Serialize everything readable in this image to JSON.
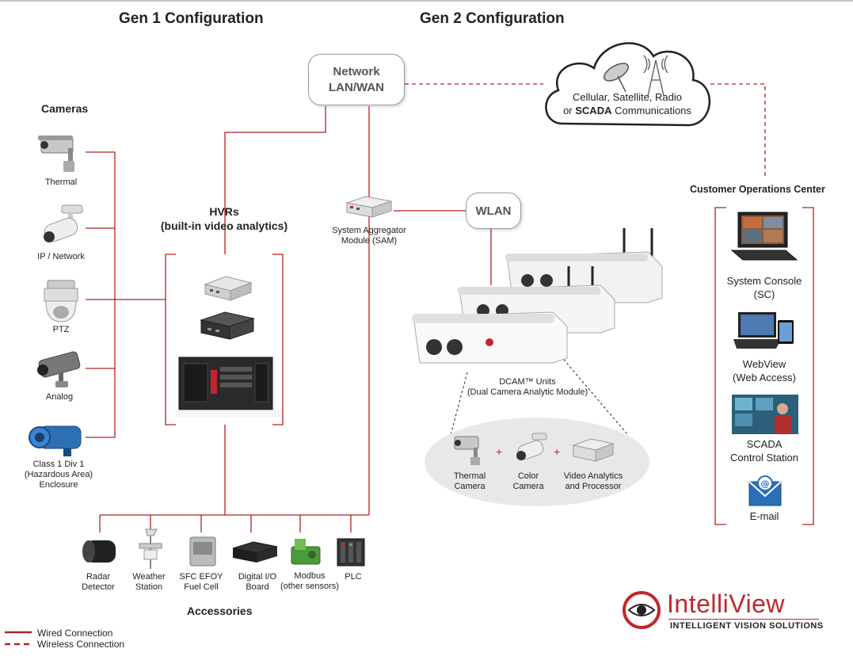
{
  "headings": {
    "gen1": "Gen 1 Configuration",
    "gen2": "Gen 2 Configuration",
    "cameras": "Cameras",
    "hvrs_line1": "HVRs",
    "hvrs_line2": "(built-in video analytics)",
    "accessories": "Accessories",
    "coc": "Customer Operations Center"
  },
  "network": {
    "line1": "Network",
    "line2": "LAN/WAN"
  },
  "wlan": "WLAN",
  "cloud": {
    "line1": "Cellular, Satellite, Radio",
    "line2_prefix": "or ",
    "line2_bold": "SCADA",
    "line2_suffix": " Communications"
  },
  "sam": {
    "line1": "System Aggregator",
    "line2": "Module (SAM)"
  },
  "cameras": [
    {
      "label": "Thermal",
      "icon": "thermal-camera-icon"
    },
    {
      "label": "IP / Network",
      "icon": "ip-camera-icon"
    },
    {
      "label": "PTZ",
      "icon": "ptz-camera-icon"
    },
    {
      "label": "Analog",
      "icon": "analog-camera-icon"
    },
    {
      "label": "Class 1 Div 1",
      "label2": "(Hazardous Area)",
      "label3": "Enclosure",
      "icon": "hazardous-enclosure-icon"
    }
  ],
  "dcam": {
    "line1": "DCAM™ Units",
    "line2": "(Dual Camera Analytic Module)"
  },
  "dcam_parts": [
    {
      "line1": "Thermal",
      "line2": "Camera"
    },
    {
      "line1": "Color",
      "line2": "Camera"
    },
    {
      "line1": "Video Analytics",
      "line2": "and Processor"
    }
  ],
  "plus": "+",
  "accessories": [
    {
      "line1": "Radar",
      "line2": "Detector"
    },
    {
      "line1": "Weather",
      "line2": "Station"
    },
    {
      "line1": "SFC EFOY",
      "line2": "Fuel Cell"
    },
    {
      "line1": "Digital I/O",
      "line2": "Board"
    },
    {
      "line1": "Modbus",
      "line2": "(other sensors)"
    },
    {
      "line1": "PLC",
      "line2": ""
    }
  ],
  "coc_items": [
    {
      "line1": "System Console",
      "line2": "(SC)"
    },
    {
      "line1": "WebView",
      "line2": "(Web Access)"
    },
    {
      "line1": "SCADA",
      "line2": "Control Station"
    },
    {
      "line1": "E-mail",
      "line2": ""
    }
  ],
  "legend": {
    "wired": "Wired Connection",
    "wireless": "Wireless Connection"
  },
  "logo": {
    "name": "IntelliView",
    "tagline": "INTELLIGENT VISION SOLUTIONS"
  },
  "colors": {
    "wire": "#b22222",
    "logo_red": "#c0272d"
  }
}
